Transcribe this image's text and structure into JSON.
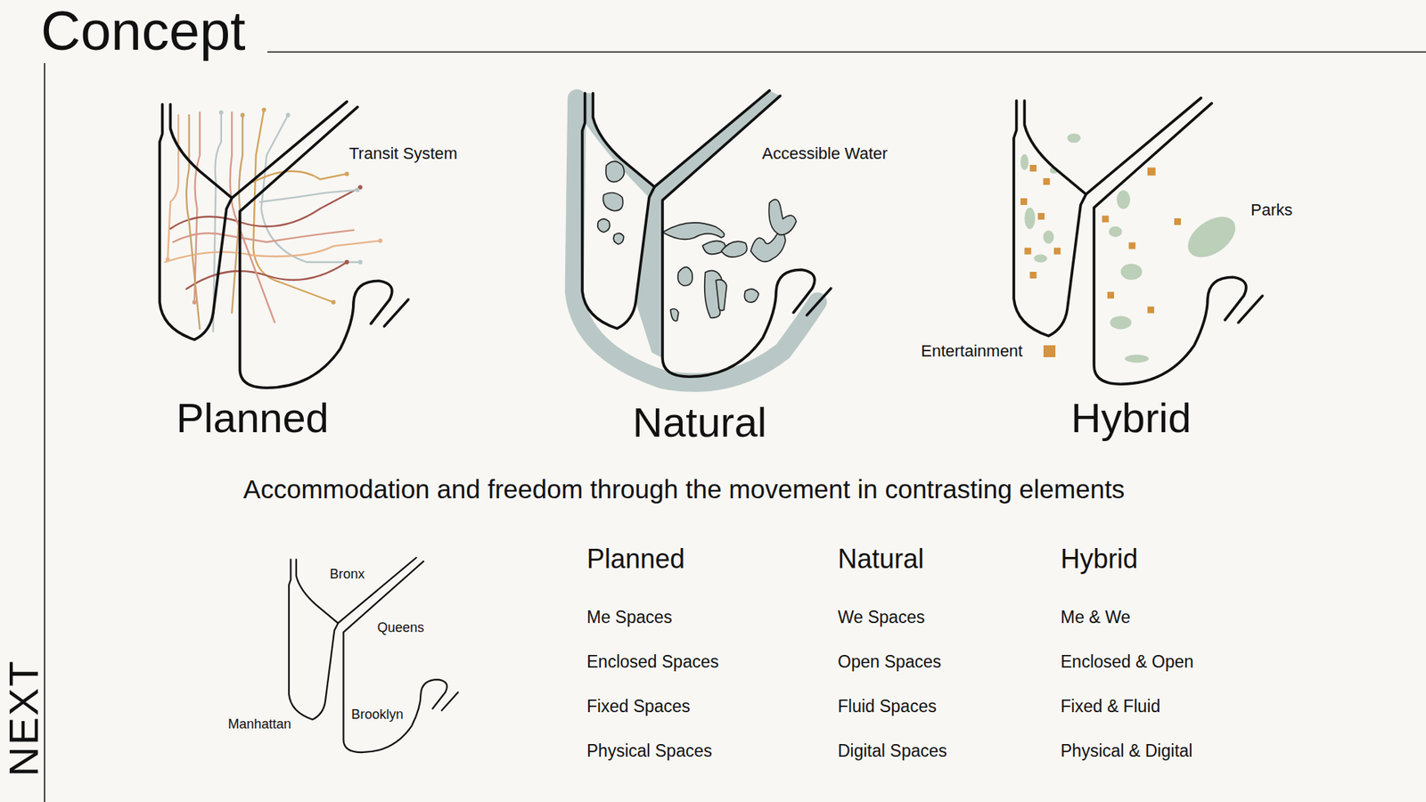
{
  "diagram": {
    "title": "Concept",
    "labels": [
      "Transit System",
      "Planned",
      "Accessible Water",
      "Natural",
      "Parks",
      "Hybrid",
      "Accommodation and freedom through the movement in contrasting elements",
      "Bronx",
      "Queens",
      "Manhattan",
      "Brooklyn",
      "Planned",
      "Natural",
      "Hybrid",
      "Me Spaces",
      "Enclosed Spaces",
      "Fixed Spaces",
      "Physical Spaces",
      "We Spaces",
      "Open Spaces",
      "Fluid Spaces",
      "Digital Spaces",
      "Me & We",
      "Enclosed & Open",
      "Fixed & Fluid",
      "Physical & Digital",
      "NEXT"
    ],
    "legend": [
      {
        "text": "Entertainment",
        "color": "#d4933f"
      }
    ]
  }
}
